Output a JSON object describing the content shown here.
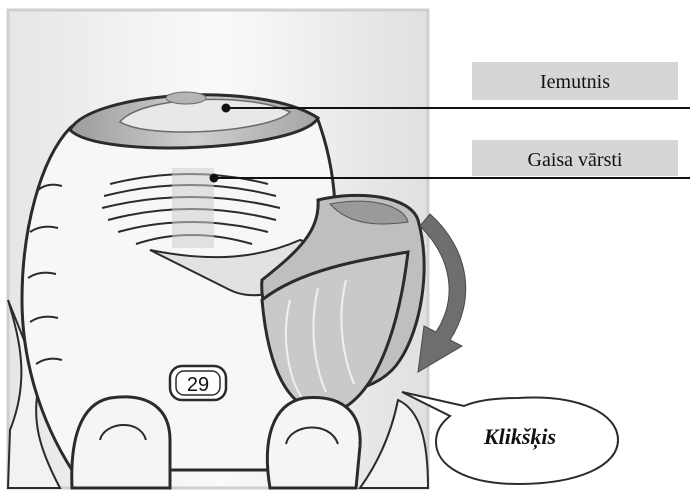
{
  "labels": {
    "mouthpiece": "Iemutnis",
    "air_vents": "Gaisa vārsti"
  },
  "counter": "29",
  "click_sound": "Klikšķis",
  "colors": {
    "device_outline": "#2b2b2b",
    "device_fill": "#f7f7f7",
    "label_bg": "#d6d6d6",
    "shade": "#b8b8b8",
    "arrow": "#6e6e6e"
  }
}
